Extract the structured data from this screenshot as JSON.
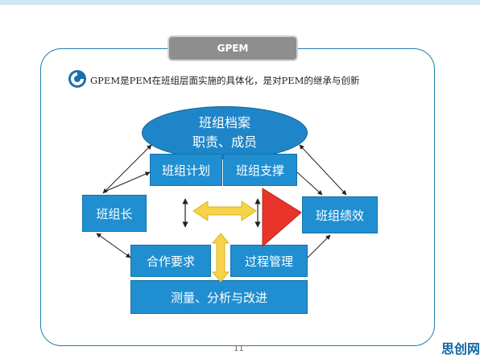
{
  "title": "GPEM",
  "subtitle": "GPEM是PEM在班组层面实施的具体化，是对PEM的继承与创新",
  "ellipse": {
    "line1": "班组档案",
    "line2": "职责、成员"
  },
  "boxes": {
    "plan": "班组计划",
    "support": "班组支撑",
    "leader": "班组长",
    "performance": "班组绩效",
    "cooperation": "合作要求",
    "process": "过程管理",
    "measure": "测量、分析与改进"
  },
  "page_number": "11",
  "brand": "思创网",
  "colors": {
    "box": "#1f8fd1",
    "ellipse": "#1e86c8",
    "frame": "#1f7fb0",
    "yellow_arrow": "#f7d34a",
    "red_triangle": "#e8342b"
  }
}
